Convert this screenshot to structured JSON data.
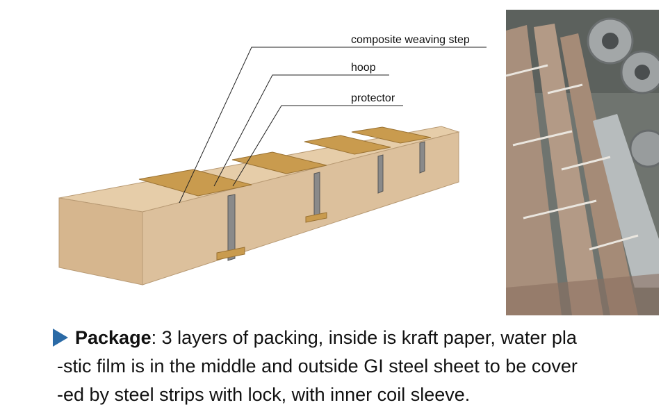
{
  "diagram": {
    "callouts": [
      {
        "id": "composite",
        "label": "composite weaving step"
      },
      {
        "id": "hoop",
        "label": "hoop"
      },
      {
        "id": "protector",
        "label": "protector"
      }
    ]
  },
  "photo": {
    "alt": ""
  },
  "caption": {
    "title": "Package",
    "separator": ":",
    "line1": " 3 layers of packing, inside is kraft paper, water pla",
    "line2": "-stic film is in the middle and outside GI steel sheet to be cover",
    "line3": "-ed by steel strips with lock, with inner coil sleeve."
  },
  "colors": {
    "box_top": "#e6cda9",
    "box_front": "#d8b891",
    "box_side": "#c9a67a",
    "protector": "#b98a3e",
    "hoop": "#8a8a8a",
    "bullet": "#2a6aa6"
  }
}
